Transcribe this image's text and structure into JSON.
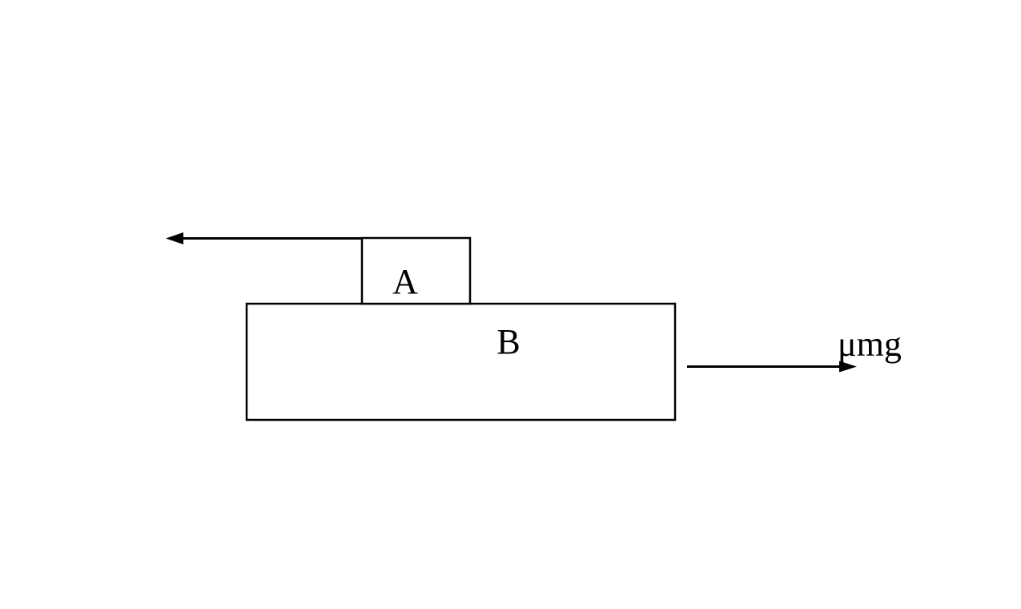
{
  "page": {
    "background_color": "#ffffff"
  },
  "diagram": {
    "line_color": "#000000",
    "text_color": "#000000",
    "block_a": {
      "label": "A"
    },
    "block_b": {
      "label": "B"
    },
    "arrow_left": {
      "direction": "left"
    },
    "arrow_right": {
      "direction": "right",
      "label": "μmg"
    }
  }
}
